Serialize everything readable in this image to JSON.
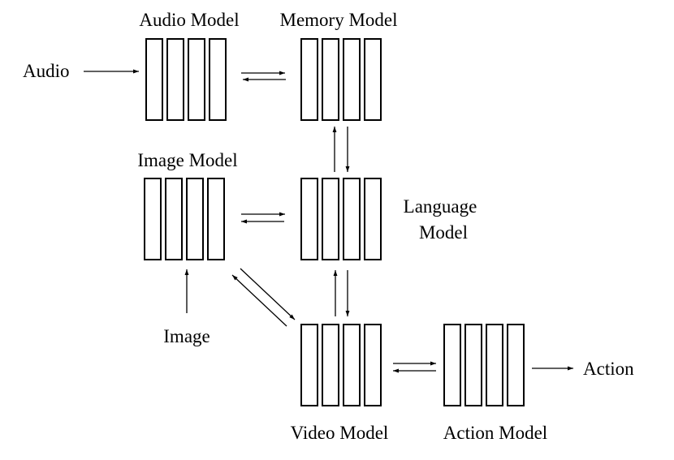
{
  "labels": {
    "audio_model": "Audio Model",
    "memory_model": "Memory Model",
    "image_model": "Image Model",
    "language_model_line1": "Language",
    "language_model_line2": "Model",
    "video_model": "Video Model",
    "action_model": "Action Model"
  },
  "io": {
    "audio_input": "Audio",
    "image_input": "Image",
    "action_output": "Action"
  },
  "colors": {
    "stroke": "#000000",
    "background": "#ffffff"
  }
}
